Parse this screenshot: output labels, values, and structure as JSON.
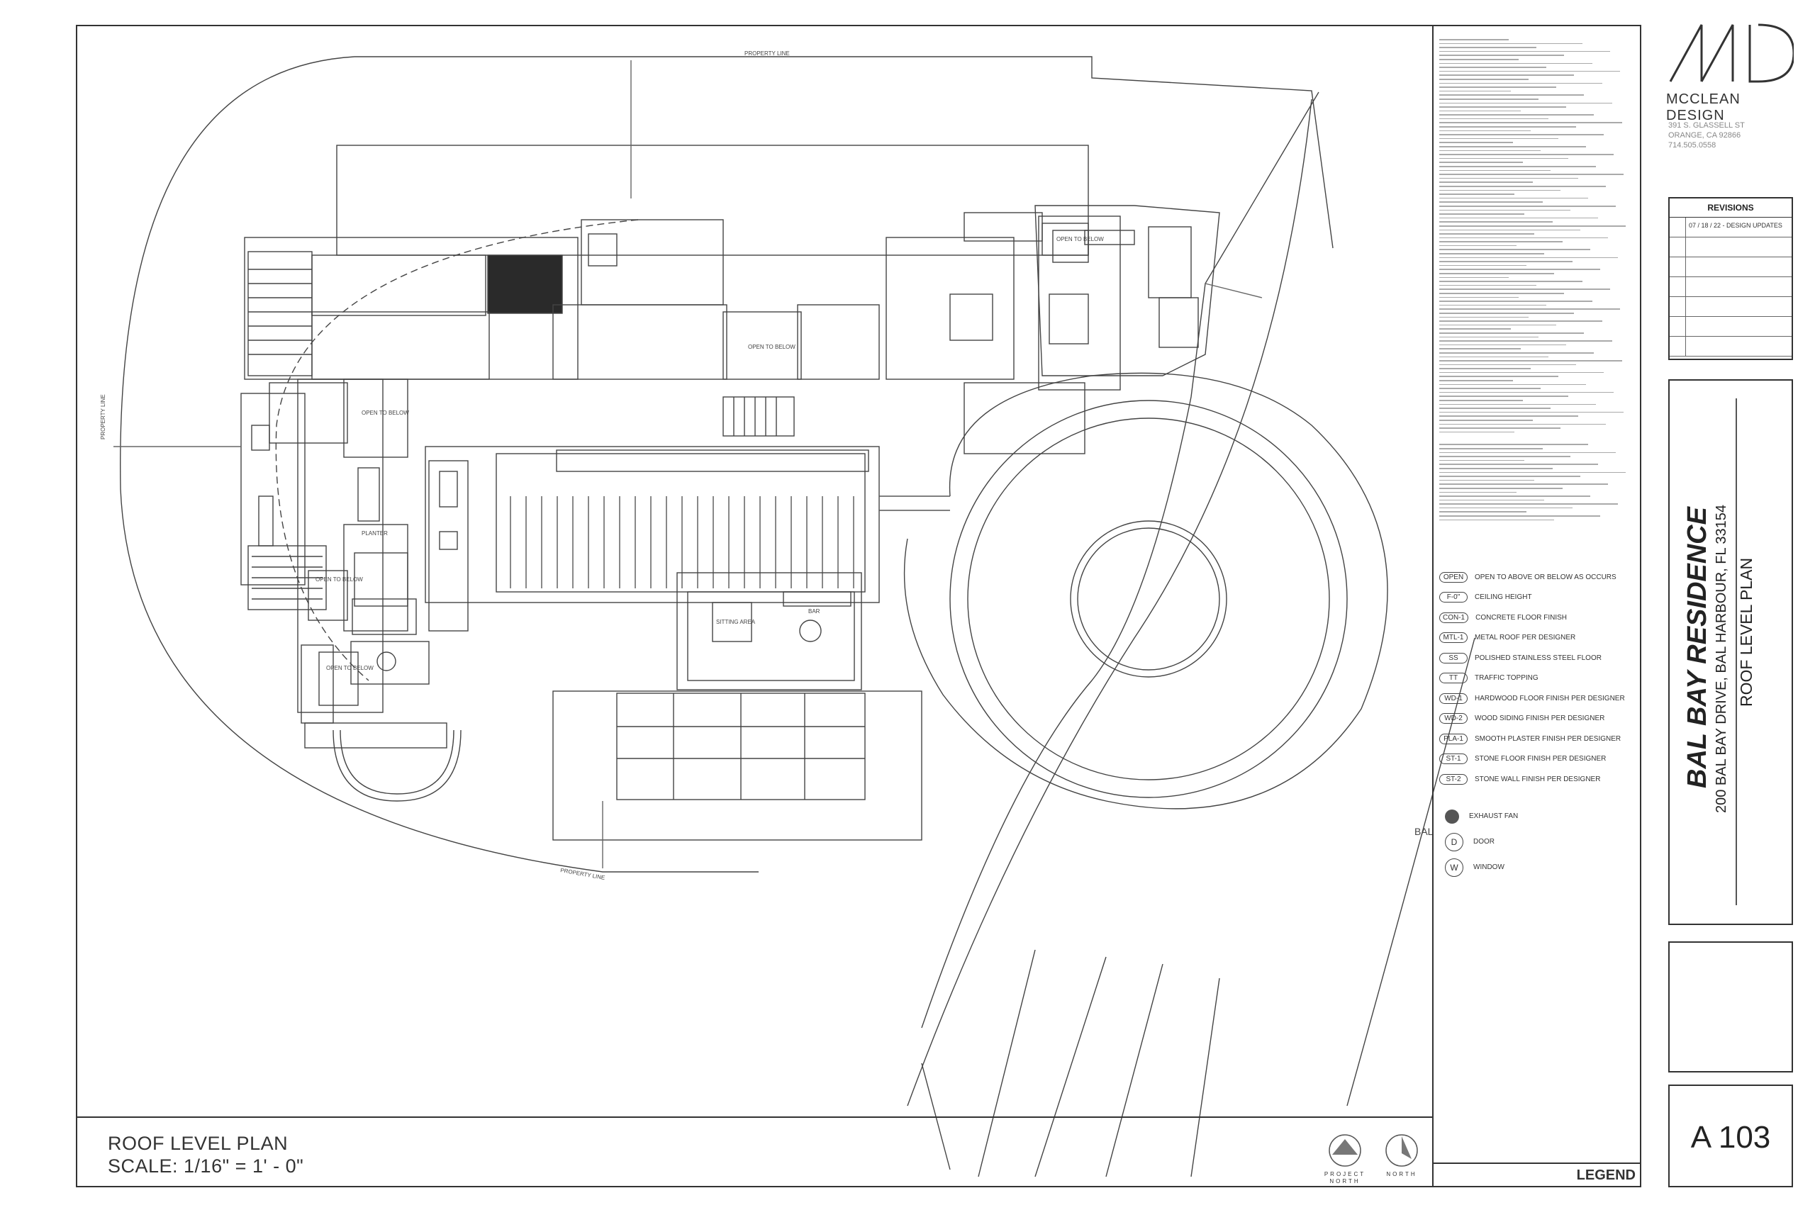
{
  "firm": {
    "name": "MCCLEAN DESIGN",
    "address_lines": [
      "391 S. GLASSELL ST",
      "ORANGE, CA 92866",
      "714.505.0558"
    ]
  },
  "revisions": {
    "header": "REVISIONS",
    "entries": [
      "07 / 18 / 22 - DESIGN UPDATES",
      "",
      "",
      "",
      "",
      "",
      ""
    ]
  },
  "project": {
    "name": "BAL BAY RESIDENCE",
    "address": "200 BAL BAY DRIVE, BAL HARBOUR, FL 33154",
    "sheet_title": "ROOF LEVEL PLAN"
  },
  "sheet_number": "A 103",
  "plan_title": {
    "line1": "ROOF LEVEL PLAN",
    "line2": "SCALE:  1/16\" = 1' - 0\""
  },
  "north_arrows": {
    "project": "PROJECT NORTH",
    "true": "NORTH"
  },
  "legend": {
    "title": "LEGEND",
    "items": [
      {
        "tag": "OPEN",
        "desc": "OPEN TO ABOVE OR BELOW AS OCCURS"
      },
      {
        "tag": "F-0\"",
        "desc": "CEILING HEIGHT"
      },
      {
        "tag": "CON-1",
        "desc": "CONCRETE FLOOR FINISH"
      },
      {
        "tag": "MTL-1",
        "desc": "METAL ROOF PER DESIGNER"
      },
      {
        "tag": "SS",
        "desc": "POLISHED STAINLESS STEEL FLOOR"
      },
      {
        "tag": "TT",
        "desc": "TRAFFIC TOPPING"
      },
      {
        "tag": "WD-1",
        "desc": "HARDWOOD FLOOR FINISH PER DESIGNER"
      },
      {
        "tag": "WD-2",
        "desc": "WOOD SIDING FINISH PER DESIGNER"
      },
      {
        "tag": "PLA-1",
        "desc": "SMOOTH PLASTER FINISH PER DESIGNER"
      },
      {
        "tag": "ST-1",
        "desc": "STONE FLOOR FINISH PER DESIGNER"
      },
      {
        "tag": "ST-2",
        "desc": "STONE WALL FINISH PER DESIGNER"
      }
    ],
    "symbols": [
      {
        "icon": "exhaust-fan-icon",
        "desc": "EXHAUST FAN"
      },
      {
        "icon": "door-icon",
        "letter": "D",
        "desc": "DOOR"
      },
      {
        "icon": "window-icon",
        "letter": "W",
        "desc": "WINDOW"
      }
    ]
  },
  "plan_labels": {
    "property_line": "PROPERTY LINE",
    "open_to_below": "OPEN TO BELOW",
    "planter": "PLANTER",
    "sitting_area": "SITTING AREA",
    "bar": "BAR",
    "bal": "BAL"
  },
  "colors": {
    "line": "#444444",
    "frame": "#333333",
    "roof_dark": "#2a2a2a"
  }
}
